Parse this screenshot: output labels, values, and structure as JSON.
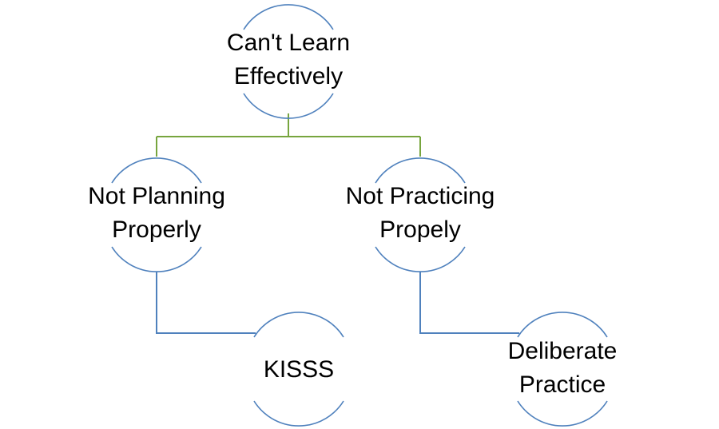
{
  "nodes": {
    "root": {
      "line1": "Can't Learn",
      "line2": "Effectively"
    },
    "left": {
      "line1": "Not Planning",
      "line2": "Properly"
    },
    "right": {
      "line1": "Not Practicing",
      "line2": "Propely"
    },
    "left_child": {
      "line1": "KISSS"
    },
    "right_child": {
      "line1": "Deliberate",
      "line2": "Practice"
    }
  },
  "colors": {
    "node_outline": "#4f81bd",
    "top_connector": "#77a53e",
    "lower_connector": "#4f81bd"
  }
}
